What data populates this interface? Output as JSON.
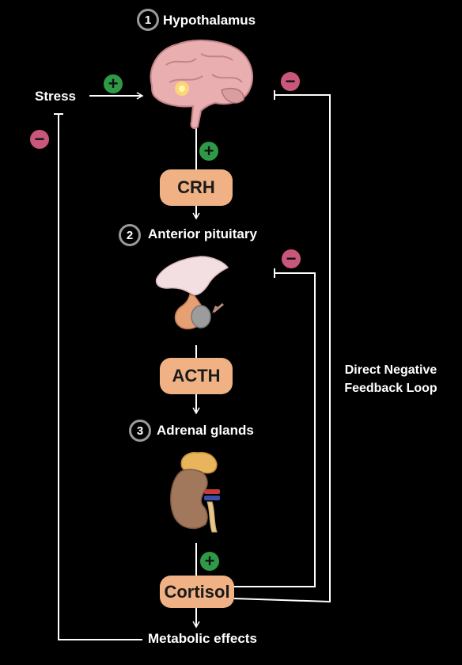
{
  "steps": [
    {
      "number": "1",
      "label": "Hypothalamus"
    },
    {
      "number": "2",
      "label": "Anterior pituitary"
    },
    {
      "number": "3",
      "label": "Adrenal glands"
    }
  ],
  "hormones": {
    "crh": "CRH",
    "acth": "ACTH",
    "cortisol": "Cortisol"
  },
  "stress_label": "Stress",
  "effects_label": "Metabolic effects",
  "feedback_label_line1": "Direct Negative",
  "feedback_label_line2": "Feedback Loop",
  "signs": {
    "plus": "+",
    "minus": "−"
  },
  "colors": {
    "hormone_pill": "#f0b285",
    "plus": "#2e9a47",
    "minus": "#c9577a",
    "background": "#000000"
  },
  "icons": [
    "brain-icon",
    "pituitary-gland-icon",
    "adrenal-kidney-icon"
  ]
}
